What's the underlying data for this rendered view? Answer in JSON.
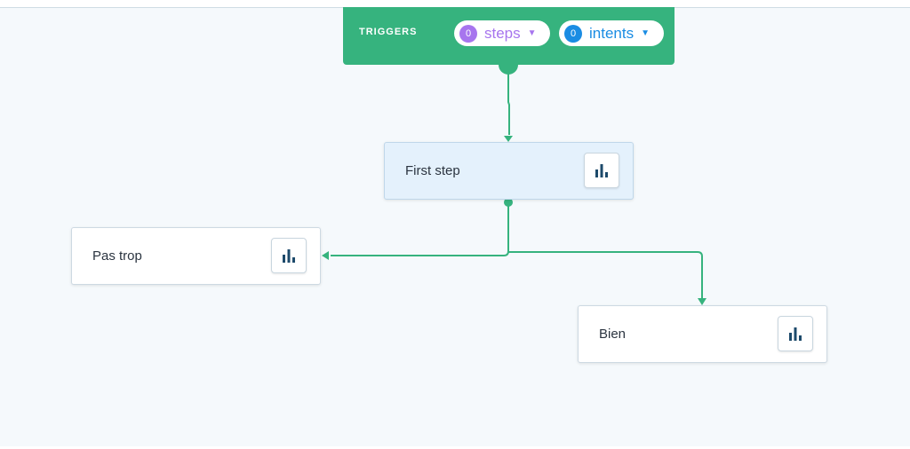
{
  "triggers": {
    "title": "TRIGGERS",
    "steps": {
      "count": "0",
      "label": "steps"
    },
    "intents": {
      "count": "0",
      "label": "intents"
    }
  },
  "nodes": [
    {
      "title": "First step"
    },
    {
      "title": "Pas trop"
    },
    {
      "title": "Bien"
    }
  ],
  "colors": {
    "flow_green": "#36b37e",
    "steps_purple": "#a775ee",
    "intents_blue": "#1a8ce3",
    "stats_icon": "#1d4a6b"
  }
}
